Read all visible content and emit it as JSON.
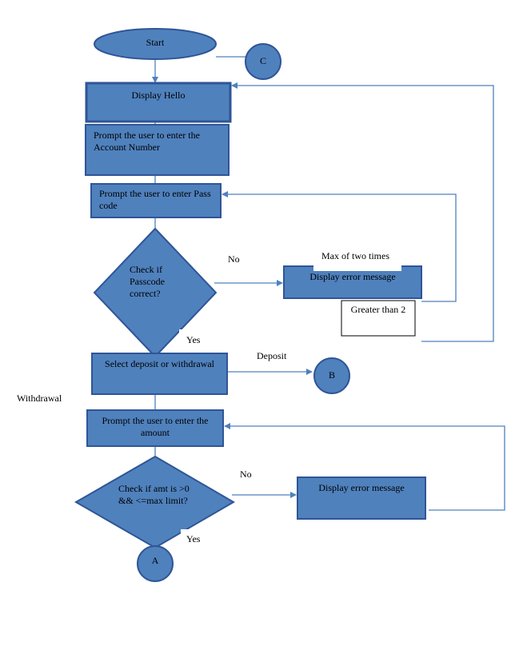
{
  "flowchart": {
    "start": "Start",
    "connector_c": "C",
    "display_hello": "Display Hello",
    "prompt_account": "Prompt the user to enter  the Account Number",
    "prompt_passcode": "Prompt the user to enter Pass code",
    "check_passcode": "Check if Passcode correct?",
    "label_no_1": "No",
    "label_max_two": "Max of two times",
    "display_error_1": "Display error message",
    "greater_than_2": "Greater than 2",
    "label_yes_1": "Yes",
    "select_deposit": "Select deposit or withdrawal",
    "label_deposit": "Deposit",
    "connector_b": "B",
    "label_withdrawal": "Withdrawal",
    "prompt_amount": "Prompt the user to enter the amount",
    "check_amount": "Check if amt is >0 && <=max limit?",
    "label_no_2": "No",
    "display_error_2": "Display error message",
    "label_yes_2": "Yes",
    "connector_a": "A"
  },
  "colors": {
    "fill": "#4f81bd",
    "stroke": "#2f5597",
    "connector_line": "#4f81bd"
  }
}
